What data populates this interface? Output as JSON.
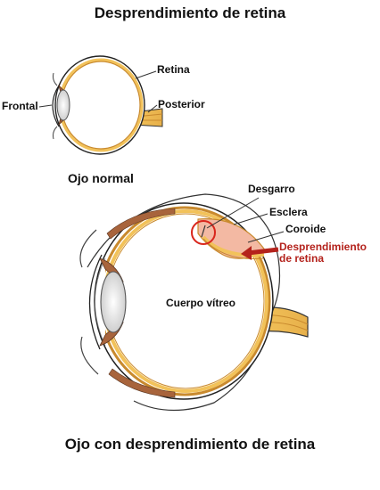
{
  "title": "Desprendimiento de retina",
  "normal_eye": {
    "labels": {
      "retina": "Retina",
      "frontal": "Frontal",
      "posterior": "Posterior",
      "caption": "Ojo normal"
    }
  },
  "detached_eye": {
    "labels": {
      "tear": "Desgarro",
      "sclera": "Esclera",
      "choroid": "Coroide",
      "detachment_line1": "Desprendimiento",
      "detachment_line2": "de retina",
      "vitreous": "Cuerpo vítreo"
    }
  },
  "caption": "Ojo con desprendimiento de retina",
  "colors": {
    "sclera_line": "#222222",
    "choroid": "#c98a2e",
    "retina_band": "#f2c25a",
    "detached_fluid": "#f3b9a3",
    "muscle": "#a8643c",
    "highlight_circle": "#d9261c",
    "arrow": "#b4221c"
  }
}
